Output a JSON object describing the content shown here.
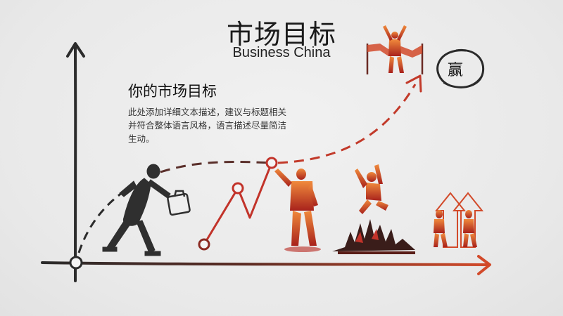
{
  "slide": {
    "title": "市场目标",
    "subtitle": "Business China",
    "section_title": "你的市场目标",
    "description": "此处添加详细文本描述，建议与标题相关并符合整体语言风格，语言描述尽量简洁生动。",
    "win_badge": "赢"
  },
  "colors": {
    "ink": "#2a2a2a",
    "accent_orange": "#e0562a",
    "accent_red": "#b8261e",
    "path_red": "#c2332a"
  },
  "icons": [
    "walking-businessman-icon",
    "pointing-businessman-icon",
    "jumping-man-icon",
    "burning-city-icon",
    "two-men-arrows-icon",
    "finish-line-runner-icon",
    "win-seal-icon"
  ]
}
